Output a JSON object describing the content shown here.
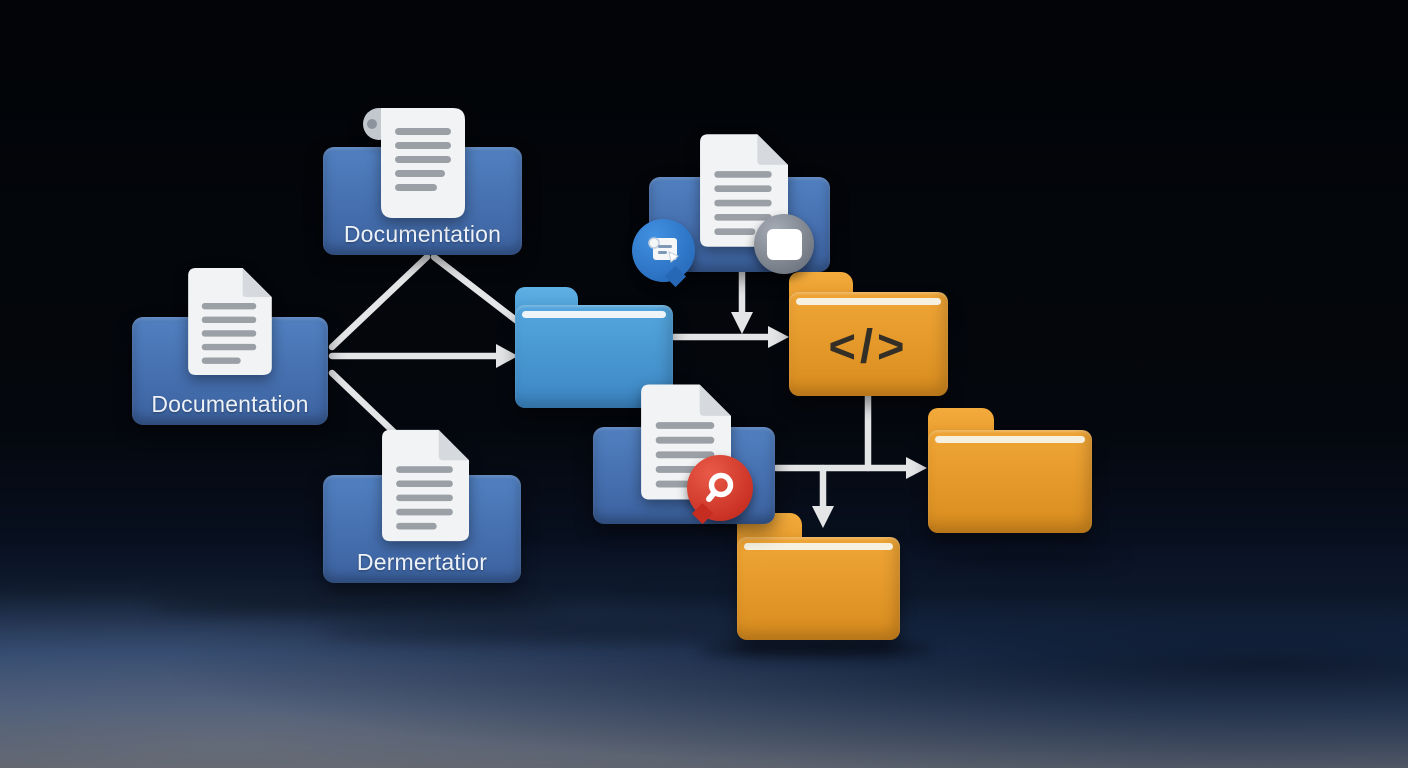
{
  "scene": {
    "description": "3D illustration: flowchart of document files and folders connected by white arrows on a dark blue backdrop"
  },
  "colors": {
    "box-blue": "#5180c1",
    "box-blue-dark": "#3c62a0",
    "folder-blue": "#55a7de",
    "folder-blue-dark": "#3c86c4",
    "folder-orange": "#f0a636",
    "folder-orange-dark": "#d98c1e",
    "stripe": "#f5f0e0",
    "page": "#f2f3f4",
    "page-line": "#9aa0a6",
    "connector": "#e4e5e7",
    "label": "#edf2f8",
    "code-glyph": "#332f27",
    "badge-gray-inner": "#3c4046"
  },
  "nodes": {
    "doc_top": {
      "label": "Documentation",
      "icon": "scroll-document-icon"
    },
    "doc_left": {
      "label": "Documentation",
      "icon": "page-document-icon"
    },
    "doc_bottom": {
      "label": "Dermertatior",
      "icon": "page-document-icon"
    },
    "doc_feed": {
      "label": "",
      "icon": "page-document-icon",
      "badges": [
        "scroll-note-badge",
        "subtitle-list-badge"
      ]
    },
    "doc_search": {
      "label": "",
      "icon": "page-document-icon",
      "badges": [
        "search-badge"
      ]
    }
  },
  "folders": {
    "blue": {
      "glyph": ""
    },
    "code": {
      "glyph": "</>"
    },
    "orange_right": {
      "glyph": ""
    },
    "orange_bottom": {
      "glyph": ""
    }
  },
  "connectors": [
    {
      "from": "doc-top-box",
      "to": "doc-left-box",
      "style": "line"
    },
    {
      "from": "doc-top-box",
      "to": "blue-folder",
      "style": "line"
    },
    {
      "from": "doc-left-box",
      "to": "blue-folder",
      "style": "arrow"
    },
    {
      "from": "doc-left-box",
      "to": "doc-bottom-box",
      "style": "line"
    },
    {
      "from": "doc-feed-box",
      "to": "blue-code-junction",
      "style": "arrow"
    },
    {
      "from": "blue-folder",
      "to": "code-folder",
      "style": "arrow"
    },
    {
      "from": "code-folder",
      "to": "lower-junction",
      "style": "line"
    },
    {
      "from": "doc-search-box",
      "to": "orange-right-folder",
      "style": "arrow"
    },
    {
      "from": "lower-junction",
      "to": "orange-bottom-folder",
      "style": "arrow"
    }
  ]
}
